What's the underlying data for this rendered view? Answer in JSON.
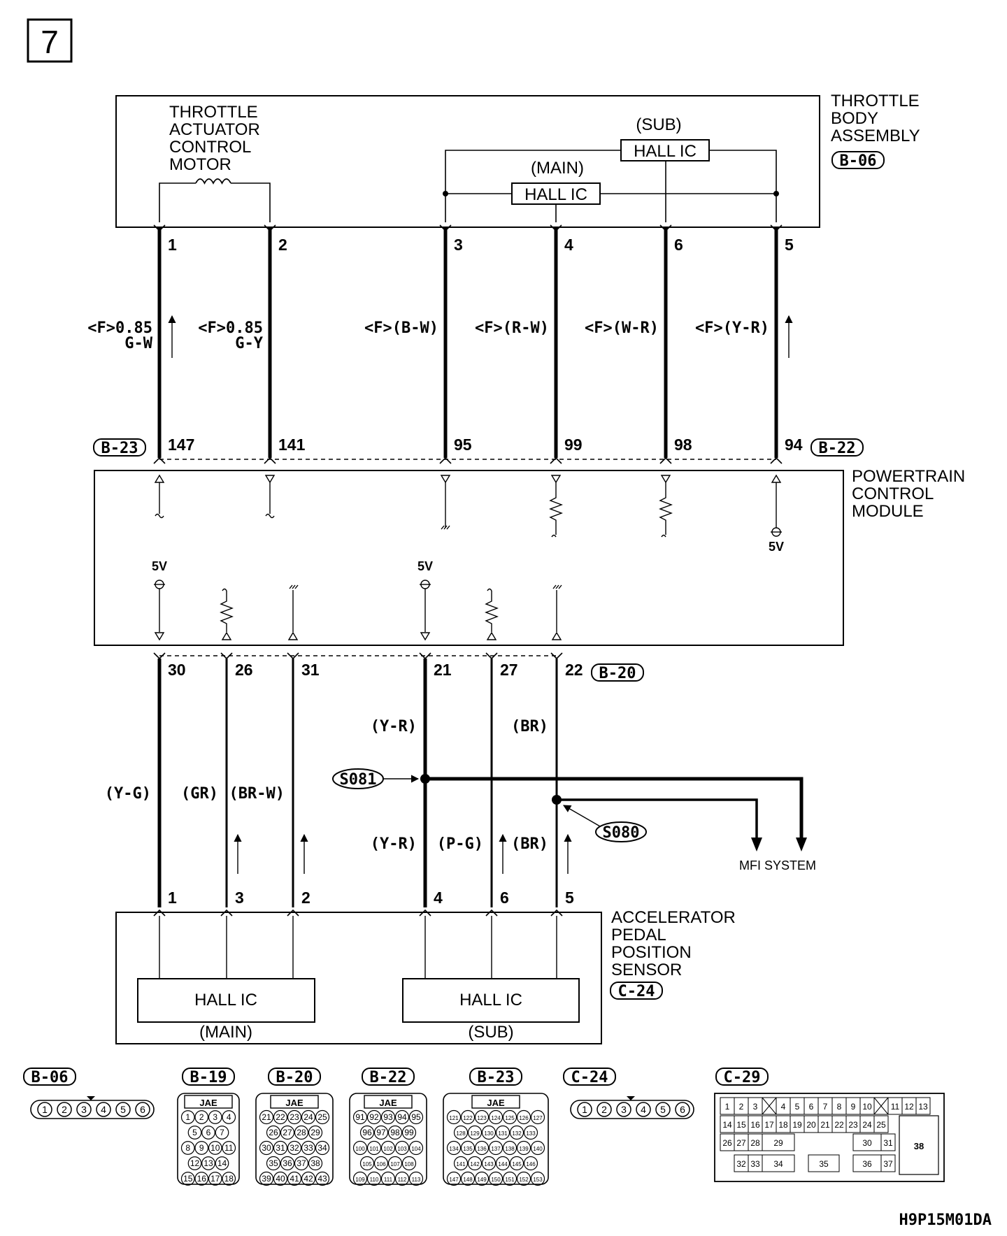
{
  "page_number": "7",
  "figure_code": "H9P15M01DA",
  "throttle_body": {
    "name_lines": [
      "THROTTLE",
      "BODY",
      "ASSEMBLY"
    ],
    "connector": "B-06",
    "motor_lines": [
      "THROTTLE",
      "ACTUATOR",
      "CONTROL",
      "MOTOR"
    ],
    "sub_label": "(SUB)",
    "sub_ic": "HALL IC",
    "main_label": "(MAIN)",
    "main_ic": "HALL IC",
    "pins": [
      "1",
      "2",
      "3",
      "4",
      "6",
      "5"
    ]
  },
  "upper_wires": [
    {
      "code": "<F>0.85",
      "color": "G-W"
    },
    {
      "code": "<F>0.85",
      "color": "G-Y"
    },
    {
      "code": "<F>(B-W)"
    },
    {
      "code": "<F>(R-W)"
    },
    {
      "code": "<F>(W-R)"
    },
    {
      "code": "<F>(Y-R)"
    }
  ],
  "pcm": {
    "name_lines": [
      "POWERTRAIN",
      "CONTROL",
      "MODULE"
    ],
    "upper_connector_left": "B-23",
    "upper_connector_right": "B-22",
    "upper_pins": [
      "147",
      "141",
      "95",
      "99",
      "98",
      "94"
    ],
    "lower_connector": "B-20",
    "lower_pins": [
      "30",
      "26",
      "31",
      "21",
      "27",
      "22"
    ],
    "supply": "5V"
  },
  "lower_wires": {
    "y_g": "(Y-G)",
    "gr": "(GR)",
    "br_w": "(BR-W)",
    "y_r": "(Y-R)",
    "p_g": "(P-G)",
    "br": "(BR)"
  },
  "splices": {
    "s081": "S081",
    "s080": "S080"
  },
  "mfi_system": "MFI SYSTEM",
  "sensor": {
    "name_lines": [
      "ACCELERATOR",
      "PEDAL",
      "POSITION",
      "SENSOR"
    ],
    "connector": "C-24",
    "pins": [
      "1",
      "3",
      "2",
      "4",
      "6",
      "5"
    ],
    "main_ic": "HALL IC",
    "main_label": "(MAIN)",
    "sub_ic": "HALL IC",
    "sub_label": "(SUB)"
  },
  "connector_views": {
    "b06": {
      "label": "B-06",
      "pins": [
        "1",
        "2",
        "3",
        "4",
        "5",
        "6"
      ]
    },
    "b19": {
      "label": "B-19",
      "maker": "JAE",
      "rows": [
        [
          "1",
          "2",
          "3",
          "4"
        ],
        [
          "5",
          "6",
          "7"
        ],
        [
          "8",
          "9",
          "10",
          "11"
        ],
        [
          "12",
          "13",
          "14"
        ],
        [
          "15",
          "16",
          "17",
          "18"
        ]
      ]
    },
    "b20": {
      "label": "B-20",
      "maker": "JAE",
      "rows": [
        [
          "21",
          "22",
          "23",
          "24",
          "25"
        ],
        [
          "26",
          "27",
          "28",
          "29"
        ],
        [
          "30",
          "31",
          "32",
          "33",
          "34"
        ],
        [
          "35",
          "36",
          "37",
          "38"
        ],
        [
          "39",
          "40",
          "41",
          "42",
          "43"
        ]
      ]
    },
    "b22": {
      "label": "B-22",
      "maker": "JAE",
      "rows": [
        [
          "91",
          "92",
          "93",
          "94",
          "95"
        ],
        [
          "96",
          "97",
          "98",
          "99"
        ],
        [
          "100",
          "101",
          "102",
          "103",
          "104"
        ],
        [
          "105",
          "106",
          "107",
          "108"
        ],
        [
          "109",
          "110",
          "111",
          "112",
          "113"
        ]
      ]
    },
    "b23": {
      "label": "B-23",
      "maker": "JAE",
      "rows": [
        [
          "121",
          "122",
          "123",
          "124",
          "125",
          "126",
          "127"
        ],
        [
          "128",
          "129",
          "130",
          "131",
          "132",
          "133"
        ],
        [
          "134",
          "135",
          "136",
          "137",
          "138",
          "139",
          "140"
        ],
        [
          "141",
          "142",
          "143",
          "144",
          "145",
          "146"
        ],
        [
          "147",
          "148",
          "149",
          "150",
          "151",
          "152",
          "153"
        ]
      ]
    },
    "c24": {
      "label": "C-24",
      "pins": [
        "1",
        "2",
        "3",
        "4",
        "5",
        "6"
      ]
    },
    "c29": {
      "label": "C-29",
      "row1": [
        "1",
        "2",
        "3",
        "",
        "4",
        "5",
        "6",
        "7",
        "8",
        "9",
        "10",
        "",
        "11",
        "12",
        "13"
      ],
      "row2": [
        "14",
        "15",
        "16",
        "17",
        "18",
        "19",
        "20",
        "21",
        "22",
        "23",
        "24",
        "25"
      ],
      "row3": [
        "26",
        "27",
        "28",
        "29",
        "30",
        "31"
      ],
      "row4": [
        "32",
        "33",
        "34",
        "35",
        "36",
        "37"
      ],
      "big": "38"
    }
  }
}
